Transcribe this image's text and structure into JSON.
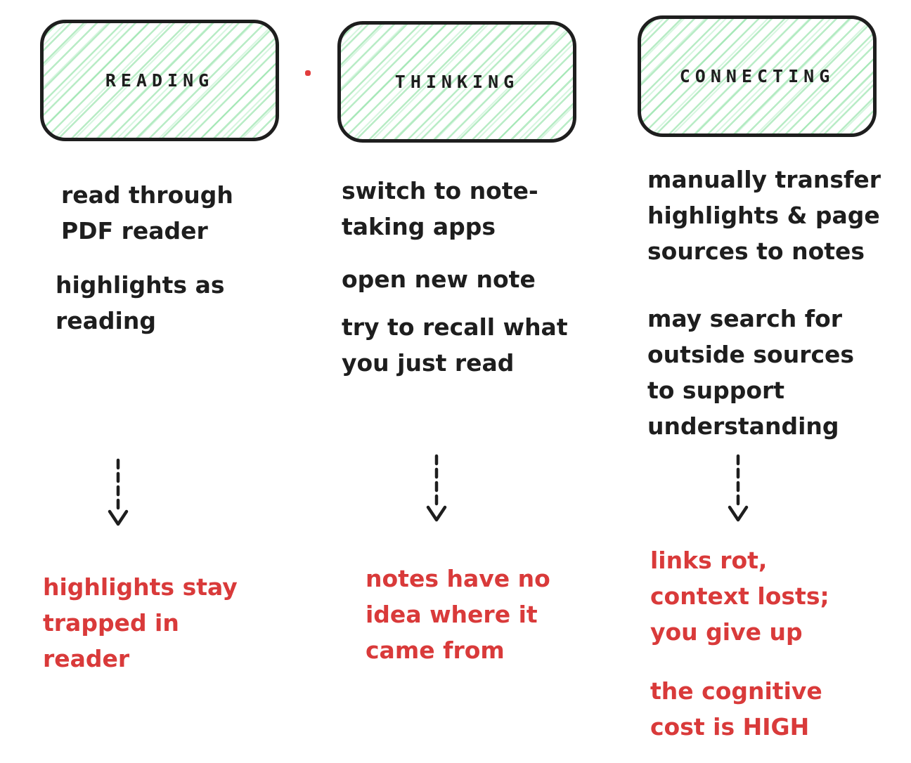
{
  "diagram": {
    "colors": {
      "ink": "#1e1e1e",
      "outcome_red": "#d93a3a",
      "hatch_green": "#7ddc96",
      "background": "#ffffff"
    },
    "decorations": {
      "red_dot": "small red dot between READING and THINKING boxes"
    },
    "columns": [
      {
        "title": "READING",
        "steps": [
          "read through\nPDF reader",
          "highlights as\nreading"
        ],
        "outcomes": [
          "highlights stay\ntrapped in\nreader"
        ]
      },
      {
        "title": "THINKING",
        "steps": [
          "switch to note-\ntaking apps",
          "open new note",
          "try to recall what\nyou just read"
        ],
        "outcomes": [
          "notes have no\nidea where it\ncame from"
        ]
      },
      {
        "title": "CONNECTING",
        "steps": [
          "manually transfer\nhighlights & page\nsources to notes",
          "may search for\noutside sources\nto support\nunderstanding"
        ],
        "outcomes": [
          "links rot,\ncontext losts;\nyou give up",
          "the cognitive\ncost is HIGH"
        ]
      }
    ]
  }
}
